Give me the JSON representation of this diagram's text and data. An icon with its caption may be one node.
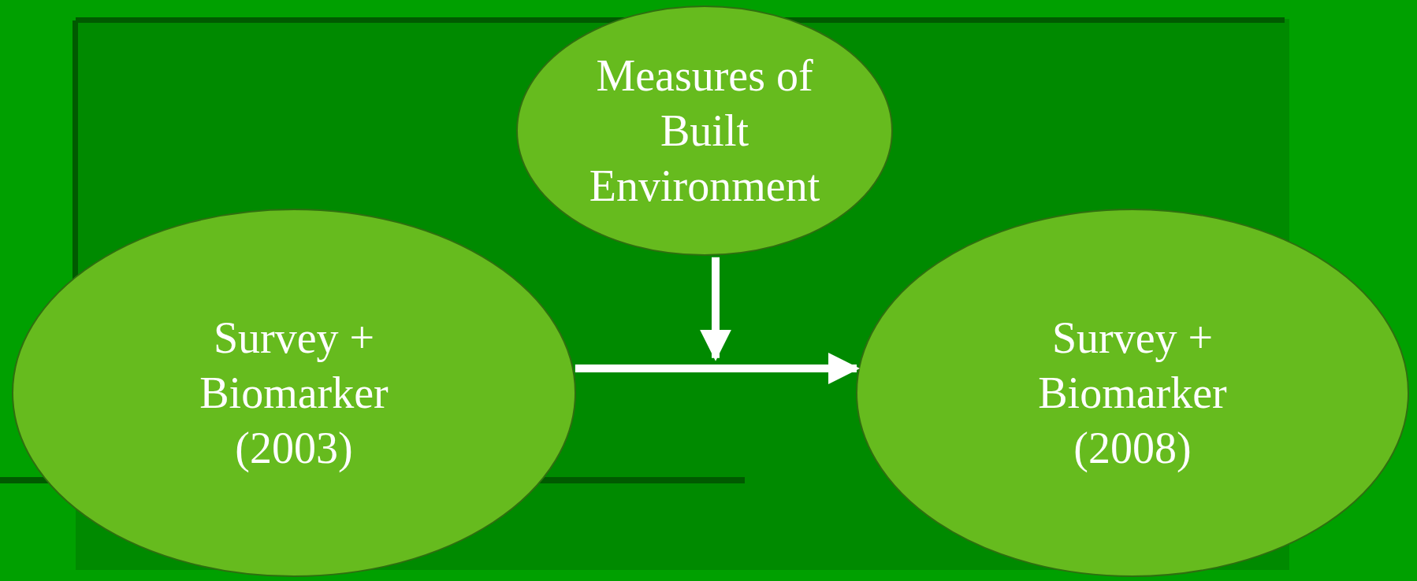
{
  "diagram": {
    "nodes": [
      {
        "text": [
          "Measures of Built Environment"
        ]
      },
      {
        "text": [
          "Survey + Biomarker (2003)"
        ]
      },
      {
        "text": [
          "Survey + Biomarker (2008)"
        ]
      }
    ],
    "edges": [
      {
        "from": 0,
        "to": null,
        "arrow": "to"
      },
      {
        "from": 1,
        "to": 2,
        "arrow": "to"
      }
    ]
  }
}
